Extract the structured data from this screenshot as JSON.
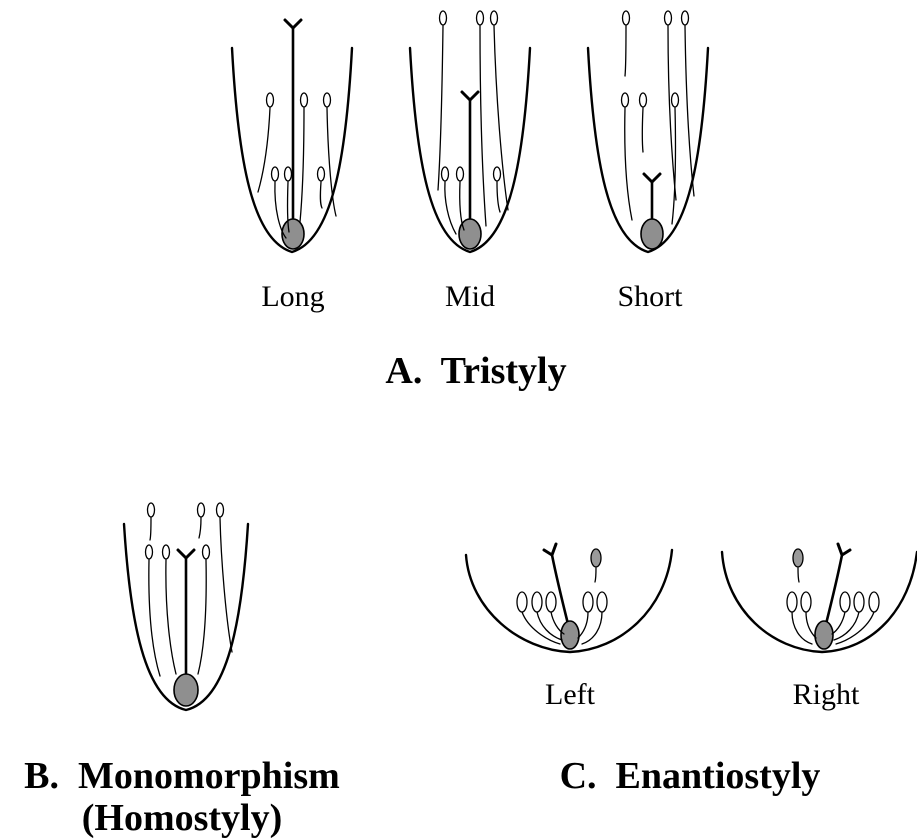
{
  "tristyly": {
    "heading": "A.  Tristyly",
    "morph_labels": [
      "Long",
      "Mid",
      "Short"
    ]
  },
  "monomorphism": {
    "heading_line1": "B.  Monomorphism",
    "heading_line2": "(Homostyly)"
  },
  "enantiostyly": {
    "heading": "C.  Enantiostyly",
    "morph_labels": [
      "Left",
      "Right"
    ]
  }
}
